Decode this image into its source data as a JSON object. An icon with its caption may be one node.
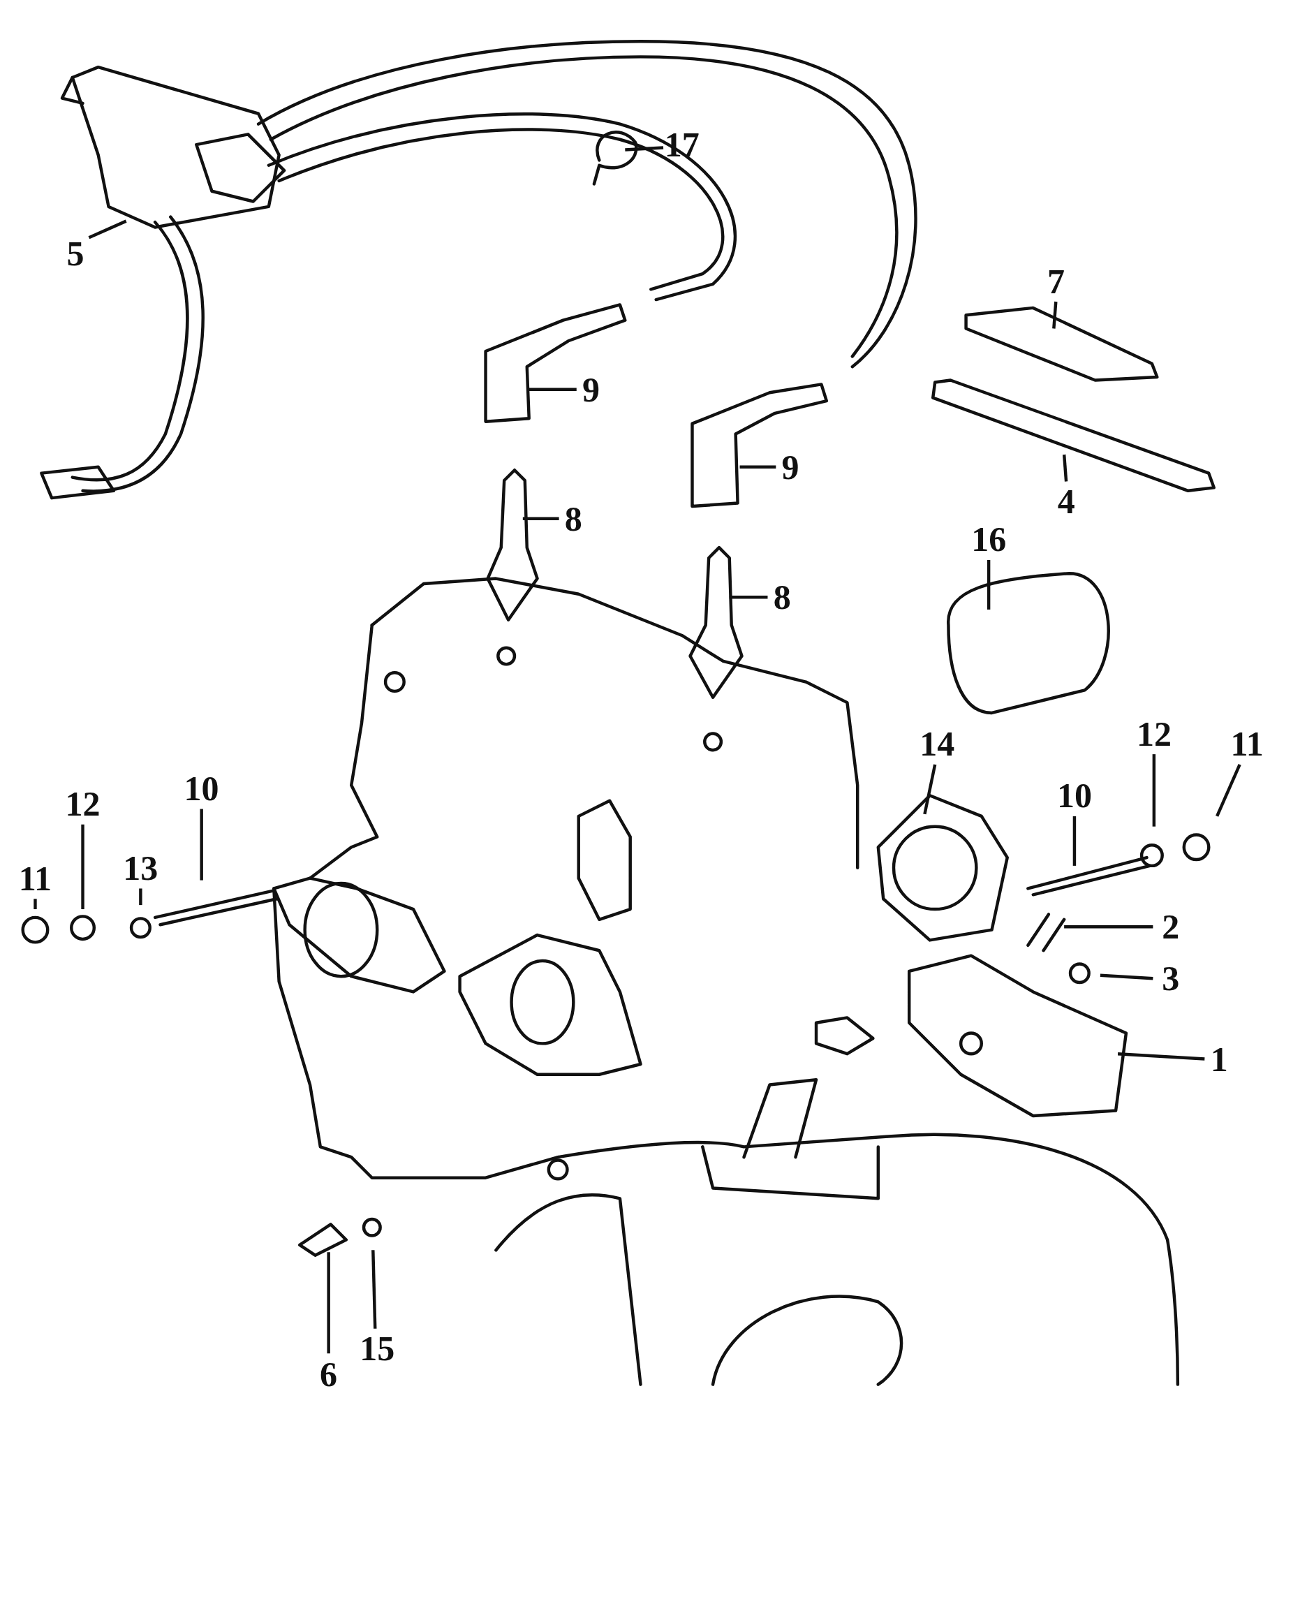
{
  "diagram": {
    "nodes": [
      {
        "text": [
          "17"
        ]
      },
      {
        "text": [
          "5"
        ]
      },
      {
        "text": [
          "7"
        ]
      },
      {
        "text": [
          "9"
        ]
      },
      {
        "text": [
          "9"
        ]
      },
      {
        "text": [
          "4"
        ]
      },
      {
        "text": [
          "8"
        ]
      },
      {
        "text": [
          "16"
        ]
      },
      {
        "text": [
          "8"
        ]
      },
      {
        "text": [
          "12"
        ]
      },
      {
        "text": [
          "11"
        ]
      },
      {
        "text": [
          "14"
        ]
      },
      {
        "text": [
          "10"
        ]
      },
      {
        "text": [
          "12"
        ]
      },
      {
        "text": [
          "10"
        ]
      },
      {
        "text": [
          "13"
        ]
      },
      {
        "text": [
          "11"
        ]
      },
      {
        "text": [
          "2"
        ]
      },
      {
        "text": [
          "3"
        ]
      },
      {
        "text": [
          "1"
        ]
      },
      {
        "text": [
          "15"
        ]
      },
      {
        "text": [
          "6"
        ]
      }
    ],
    "edges": [
      {
        "from": 0,
        "to": null,
        "arrow": "none"
      },
      {
        "from": 1,
        "to": null,
        "arrow": "none"
      },
      {
        "from": 2,
        "to": null,
        "arrow": "none"
      },
      {
        "from": 3,
        "to": null,
        "arrow": "none"
      },
      {
        "from": 4,
        "to": null,
        "arrow": "none"
      },
      {
        "from": 5,
        "to": null,
        "arrow": "none"
      },
      {
        "from": 6,
        "to": null,
        "arrow": "none"
      },
      {
        "from": 7,
        "to": null,
        "arrow": "none"
      },
      {
        "from": 8,
        "to": null,
        "arrow": "none"
      },
      {
        "from": 9,
        "to": null,
        "arrow": "none"
      },
      {
        "from": 10,
        "to": null,
        "arrow": "none"
      },
      {
        "from": 11,
        "to": null,
        "arrow": "none"
      },
      {
        "from": 12,
        "to": null,
        "arrow": "none"
      },
      {
        "from": 13,
        "to": null,
        "arrow": "none"
      },
      {
        "from": 14,
        "to": null,
        "arrow": "none"
      },
      {
        "from": 15,
        "to": null,
        "arrow": "none"
      },
      {
        "from": 16,
        "to": null,
        "arrow": "none"
      },
      {
        "from": 17,
        "to": null,
        "arrow": "none"
      },
      {
        "from": 18,
        "to": null,
        "arrow": "none"
      },
      {
        "from": 19,
        "to": null,
        "arrow": "none"
      },
      {
        "from": 20,
        "to": null,
        "arrow": "none"
      },
      {
        "from": 21,
        "to": null,
        "arrow": "none"
      }
    ]
  }
}
